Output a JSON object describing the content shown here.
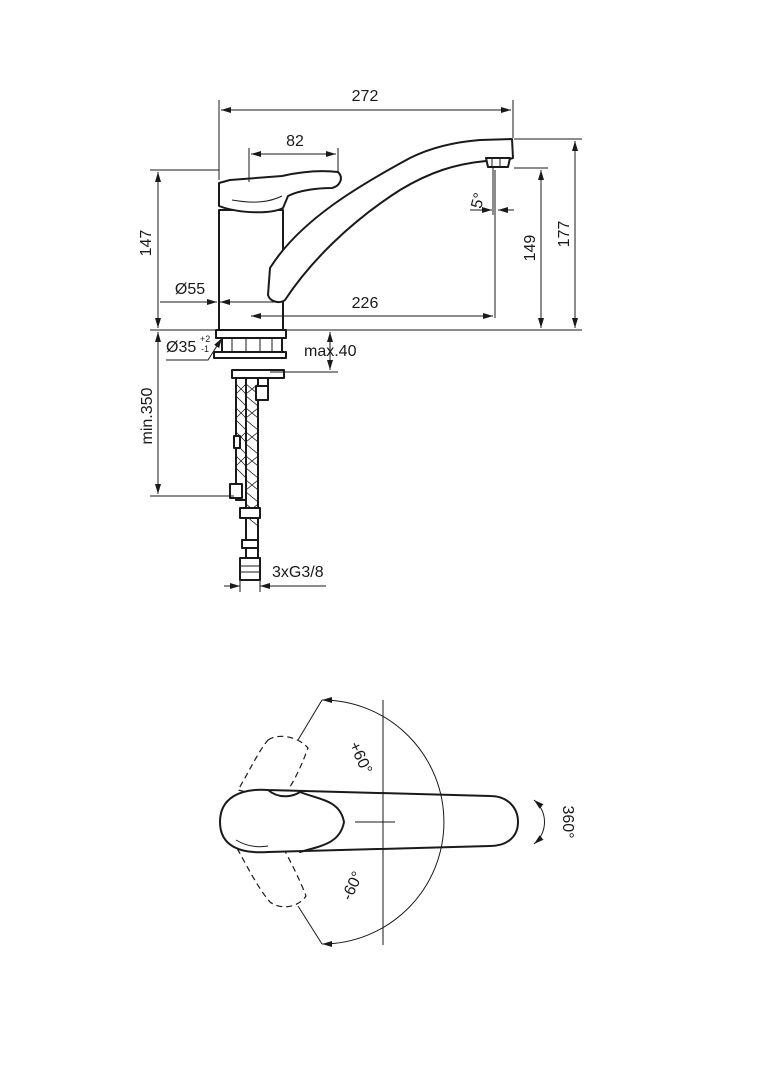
{
  "elevation": {
    "overall_width": "272",
    "handle_length": "82",
    "height_to_lever": "147",
    "spout_height": "149",
    "overall_height": "177",
    "spout_reach": "226",
    "body_diameter": "Ø55",
    "hole_diameter": "Ø35",
    "tolerance_plus": "+2",
    "tolerance_minus": "-1",
    "deck_thickness": "max.40",
    "hose_length": "min.350",
    "connections": "3xG3/8",
    "spout_angle": "5°"
  },
  "plan": {
    "rotate_plus": "+60°",
    "rotate_minus": "-60°",
    "spout_rotation": "360°"
  }
}
